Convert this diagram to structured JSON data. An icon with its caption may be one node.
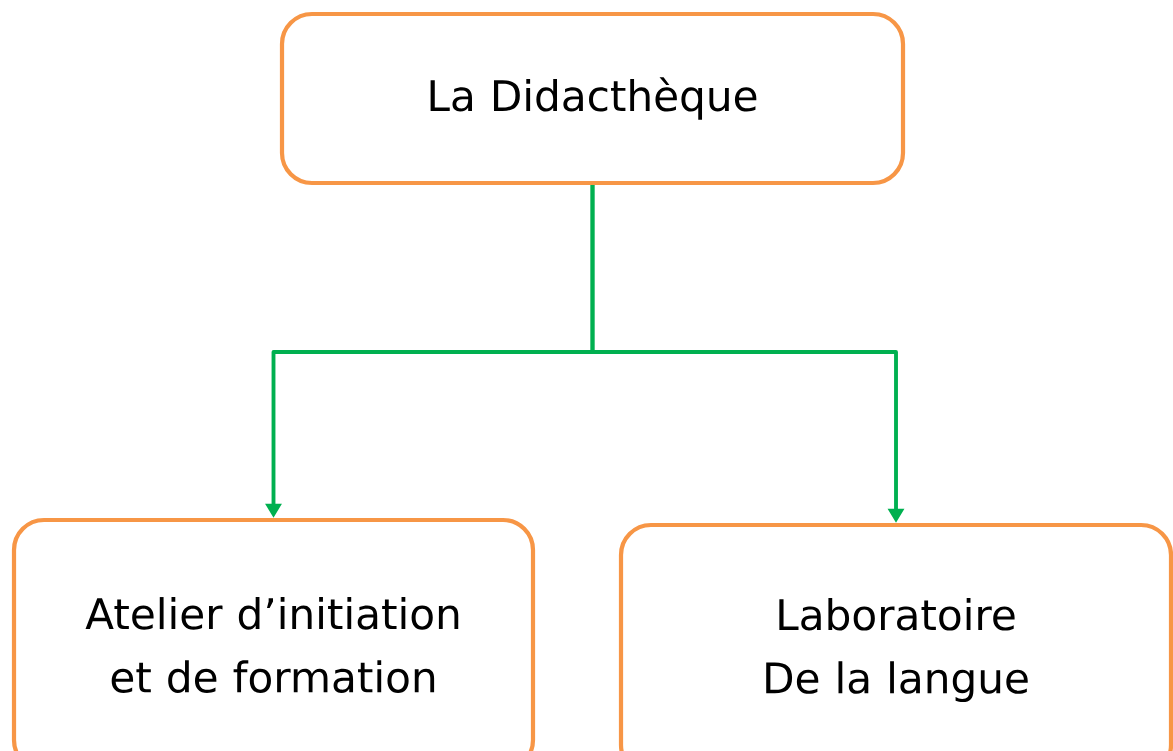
{
  "diagram": {
    "nodes": [
      {
        "text": [
          "La Didacthèque"
        ]
      },
      {
        "text": [
          "Atelier d’initiation et de formation"
        ]
      },
      {
        "text": [
          "Laboratoire De la langue"
        ]
      }
    ],
    "edges": [
      {
        "from": 0,
        "to": 1,
        "arrow": "to"
      },
      {
        "from": 0,
        "to": 2,
        "arrow": "to"
      }
    ]
  }
}
